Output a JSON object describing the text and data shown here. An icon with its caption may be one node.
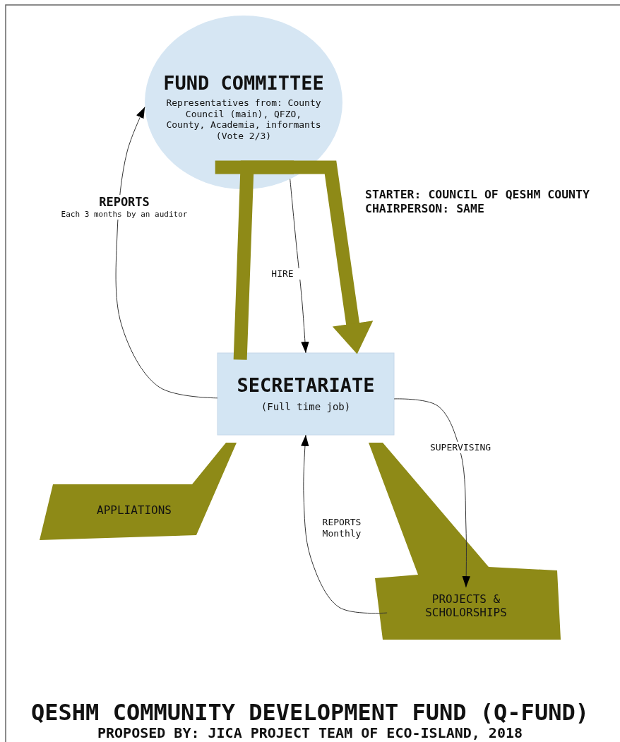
{
  "diagram": {
    "title": "QESHM COMMUNITY DEVELOPMENT FUND (Q-FUND)",
    "caption": "PROPOSED BY: JICA PROJECT TEAM OF ECO-ISLAND, 2018",
    "nodes": [
      {
        "text": [
          "FUND COMMITTEE",
          "Representatives from: County Council (main), QFZO, County, Academia, informants (Vote 2/3)"
        ]
      },
      {
        "text": [
          "SECRETARIATE",
          "(Full time job)"
        ]
      },
      {
        "text": [
          "APPLIATIONS"
        ]
      },
      {
        "text": [
          "PROJECTS & SCHOLORSHIPS"
        ]
      }
    ],
    "edges": [
      {
        "from": 1,
        "to": 0,
        "arrow": "none",
        "style": "thick",
        "color": "#8e8a17"
      },
      {
        "from": 0,
        "to": 1,
        "arrow": "to",
        "style": "thick",
        "color": "#8e8a17"
      },
      {
        "from": 0,
        "to": 1,
        "arrow": "to",
        "label": "HIRE"
      },
      {
        "from": 1,
        "to": 0,
        "arrow": "to",
        "label": "**REPORTS** Each 3 months by an auditor"
      },
      {
        "from": 1,
        "to": 3,
        "arrow": "to",
        "label": "SUPERVISING"
      },
      {
        "from": 3,
        "to": 1,
        "arrow": "to",
        "label": "REPORTS Monthly"
      }
    ],
    "labels": [
      "STARTER: COUNCIL OF QESHM COUNTY",
      "CHAIRPERSON: SAME"
    ]
  }
}
